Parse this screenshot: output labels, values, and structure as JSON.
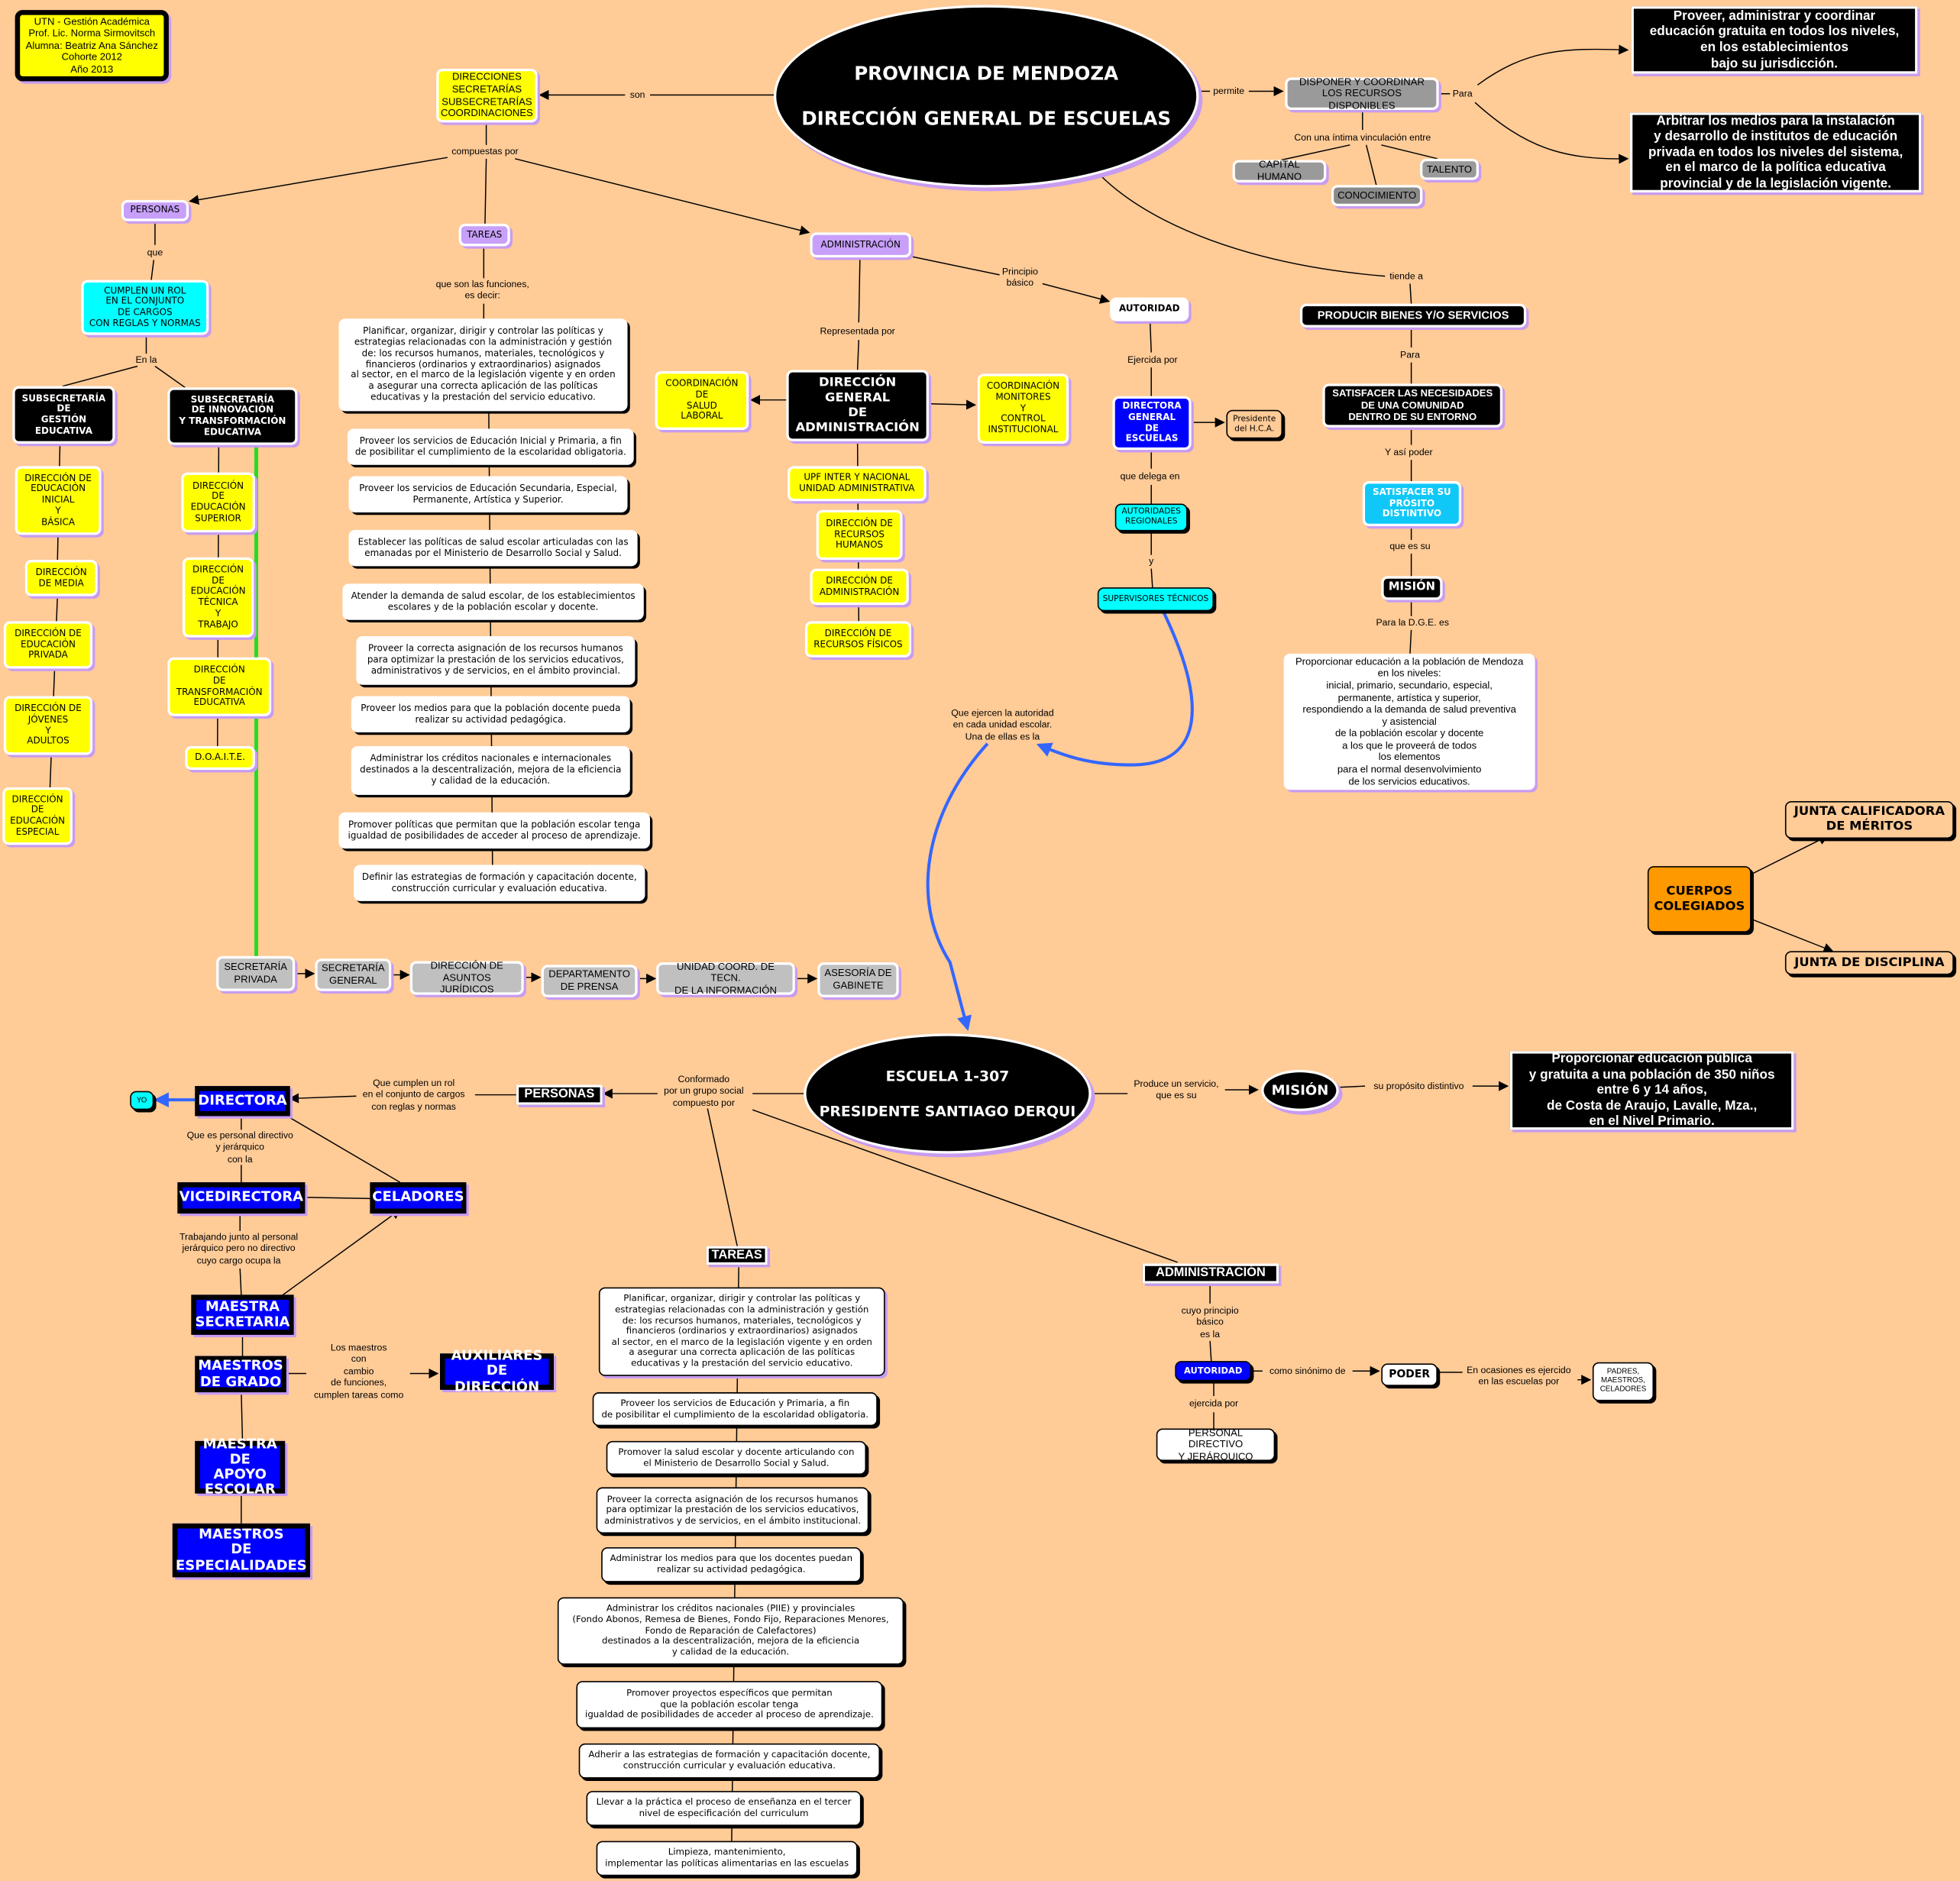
{
  "credits": "UTN - Gestión Académica\nProf. Lic. Norma Sirmovitsch\nAlumna: Beatriz Ana Sánchez\nCohorte 2012\nAño 2013",
  "province": {
    "title": "PROVINCIA DE MENDOZA\n\nDIRECCIÓN  GENERAL DE ESCUELAS",
    "links": {
      "son": "son",
      "compuestas": "compuestas por",
      "que": "que",
      "en_la": "En la",
      "funciones": "que son las funciones,\nes decir:",
      "principio": "Principio\nbásico",
      "representada": "Representada por",
      "ejercida": "Ejercida por",
      "delega": "que delega en",
      "y": "y",
      "ejercen": "Que ejercen la autoridad\nen cada unidad escolar.\nUna de ellas es la",
      "permite": "permite",
      "para": "Para",
      "vinculacion": "Con una íntima vinculación entre",
      "tiende": "tiende a",
      "para2": "Para",
      "asi_poder": "Y así poder",
      "que_es_su": "que es su",
      "para_dge": "Para la D.G.E. es"
    },
    "direcciones": "DIRECCIONES\nSECRETARÍAS\nSUBSECRETARÍAS\nCOORDINACIONES",
    "personas": "PERSONAS",
    "cumplen": "CUMPLEN UN ROL\nEN EL CONJUNTO\nDE CARGOS\nCON REGLAS Y NORMAS",
    "sub_gestion": "SUBSECRETARÍA\nDE\nGESTIÓN\nEDUCATIVA",
    "sub_innovacion": "SUBSECRETARÍA\nDE INNOVACIÓN\nY TRANSFORMACIÓN\nEDUCATIVA",
    "gestion_items": [
      "DIRECCIÓN DE\nEDUCACIÓN\nINICIAL\nY\nBÁSICA",
      "DIRECCIÓN\nDE MEDIA",
      "DIRECCIÓN DE\nEDUCACIÓN\nPRIVADA",
      "DIRECCIÓN DE\nJÓVENES\nY\nADULTOS",
      "DIRECCIÓN\nDE\nEDUCACIÓN\nESPECIAL"
    ],
    "innovacion_items": [
      "DIRECCIÓN\nDE\nEDUCACIÓN\nSUPERIOR",
      "DIRECCIÓN\nDE\nEDUCACIÓN\nTÉCNICA\nY\nTRABAJO",
      "DIRECCIÓN\nDE\nTRANSFORMACIÓN\nEDUCATIVA",
      "D.O.A.I.T.E."
    ],
    "tareas": "TAREAS",
    "tasks": [
      "Planificar, organizar, dirigir y controlar las políticas y\nestrategias relacionadas con la administración y gestión\nde: los recursos humanos, materiales, tecnológicos y\nfinancieros (ordinarios y extraordinarios) asignados\nal sector, en el marco de la legislación vigente y en orden\na asegurar una correcta aplicación de las políticas\neducativas y la prestación del servicio educativo.",
      "Proveer los servicios de Educación Inicial y Primaria, a fin\nde posibilitar el cumplimiento de la escolaridad obligatoria.",
      "Proveer los servicios de Educación Secundaria, Especial,\nPermanente, Artística y Superior.",
      "Establecer las políticas de salud escolar articuladas con las\nemanadas por el Ministerio de Desarrollo Social y Salud.",
      "Atender la demanda de salud escolar, de los establecimientos\nescolares y de la población escolar y docente.",
      "Proveer la correcta asignación de los recursos humanos\npara optimizar la prestación de los servicios educativos,\nadministrativos y de servicios, en el ámbito provincial.",
      "Proveer los medios para que la población docente pueda\nrealizar su actividad pedagógica.",
      "Administrar los créditos nacionales e internacionales\ndestinados a la descentralización, mejora de la eficiencia\ny calidad de la educación.",
      "Promover políticas que permitan que la población escolar tenga\nigualdad de posibilidades de acceder al proceso de aprendizaje.",
      "Definir las estrategias de formación y capacitación docente,\nconstrucción curricular y evaluación educativa."
    ],
    "administracion": "ADMINISTRACIÓN",
    "autoridad": "AUTORIDAD",
    "dga": "DIRECCIÓN\nGENERAL\nDE\nADMINISTRACIÓN",
    "coord_salud": "COORDINACIÓN\nDE\nSALUD\nLABORAL",
    "coord_monitores": "COORDINACIÓN\nMONITORES\nY\nCONTROL\nINSTITUCIONAL",
    "dga_items": [
      "UPF INTER Y NACIONAL\nUNIDAD ADMINISTRATIVA",
      "DIRECCIÓN DE\nRECURSOS\nHUMANOS",
      "DIRECCIÓN DE\nADMINISTRACIÓN",
      "DIRECCIÓN DE\nRECURSOS FÍSICOS"
    ],
    "directora_general": "DIRECTORA\nGENERAL\nDE\nESCUELAS",
    "presidente": "Presidente\ndel H.C.A.",
    "autoridades_regionales": "AUTORIDADES\nREGIONALES",
    "supervisores": "SUPERVISORES TÉCNICOS",
    "disponer": "DISPONER Y COORDINAR\nLOS RECURSOS DISPONIBLES",
    "proveer": "Proveer, administrar y coordinar\neducación gratuita en todos los niveles,\nen los establecimientos\nbajo su jurisdicción.",
    "arbitrar": "Arbitrar los medios para la instalación\ny desarrollo de institutos de educación\nprivada en todos los niveles del sistema,\nen el marco de la política educativa\nprovincial y de la legislación vigente.",
    "capital": "CAPITAL HUMANO",
    "conocimiento": "CONOCIMIENTO",
    "talento": "TALENTO",
    "producir": "PRODUCIR BIENES Y/O SERVICIOS",
    "satisfacer": "SATISFACER LAS NECESIDADES\nDE UNA COMUNIDAD\nDENTRO DE SU ENTORNO",
    "satisfacer_prosito": "SATISFACER SU\nPRÓSITO\nDISTINTIVO",
    "mision": "MISIÓN",
    "mision_text": "Proporcionar educación a la población de Mendoza\nen los niveles:\ninicial, primario, secundario, especial,\npermanente, artística y superior,\nrespondiendo a la demanda de salud preventiva\ny asistencial\nde la población escolar y docente\na los que le proveerá de todos\nlos elementos\npara el normal desenvolvimiento\nde los servicios educativos.",
    "cuerpos": "CUERPOS\nCOLEGIADOS",
    "junta_calificadora": "JUNTA CALIFICADORA\nDE MÉRITOS",
    "junta_disciplina": "JUNTA DE DISCIPLINA",
    "staff_chain": [
      "SECRETARÍA\nPRIVADA",
      "SECRETARÍA\nGENERAL",
      "DIRECCIÓN DE\nASUNTOS JURÍDICOS",
      "DEPARTAMENTO\nDE PRENSA",
      "UNIDAD COORD. DE TECN.\nDE LA INFORMACIÓN",
      "ASESORÍA DE\nGABINETE"
    ]
  },
  "school": {
    "title": "ESCUELA  1-307\n\nPRESIDENTE SANTIAGO DERQUI",
    "links": {
      "produce": "Produce un servicio,\nque es su",
      "proposito": "su propósito distintivo",
      "conformado": "Conformado\npor un grupo social\ncompuesto por",
      "cumplen": "Que cumplen un rol\nen el conjunto de cargos\ncon reglas y normas",
      "personal": "Que es personal directivo\ny jerárquico\ncon la",
      "trabajando": "Trabajando junto al personal\njerárquico pero no directivo\ncuyo cargo ocupa la",
      "maestros": "Los maestros\ncon\ncambio\nde funciones,\ncumplen tareas como",
      "cuyo": "cuyo principio\nbásico\nes la",
      "sinonimo": "como sinónimo de",
      "ocasiones": "En ocasiones es ejercido\nen las escuelas por",
      "ejercida": "ejercida por"
    },
    "mision": "MISIÓN",
    "mision_text": "Proporcionar educación pública\ny gratuita a una población de 350 niños\nentre 6 y 14 años,\nde Costa de Araujo, Lavalle, Mza.,\nen el Nivel Primario.",
    "personas": "PERSONAS",
    "directora": "DIRECTORA",
    "yo": "YO",
    "vicedirectora": "VICEDIRECTORA",
    "celadores": "CELADORES",
    "maestra_secretaria": "MAESTRA\nSECRETARIA",
    "maestros_grado": "MAESTROS\nDE GRADO",
    "auxiliares": "AUXILIARES\nDE DIRECCIÓN",
    "maestra_apoyo": "MAESTRA\nDE APOYO\nESCOLAR",
    "maestros_especialidades": "MAESTROS\nDE\nESPECIALIDADES",
    "tareas": "TAREAS",
    "tasks": [
      "Planificar, organizar, dirigir y controlar las políticas y\nestrategias relacionadas con la administración y gestión\nde: los recursos humanos, materiales, tecnológicos y\nfinancieros (ordinarios y extraordinarios) asignados\nal sector, en el marco de la legislación vigente y en orden\na asegurar una correcta aplicación de las políticas\neducativas y la prestación del servicio educativo.",
      "Proveer los servicios de Educación y Primaria, a fin\nde posibilitar el cumplimiento de la escolaridad obligatoria.",
      "Promover la salud escolar y docente articulando con\nel Ministerio de Desarrollo Social y Salud.",
      "Proveer la correcta asignación de los recursos humanos\npara optimizar la prestación de los servicios educativos,\nadministrativos y de servicios, en el ámbito institucional.",
      "Administrar los medios para que los docentes puedan\nrealizar su actividad pedagógica.",
      "Administrar los créditos nacionales (PIIE) y provinciales\n(Fondo Abonos, Remesa de Bienes, Fondo Fijo, Reparaciones Menores,\nFondo de Reparación de Calefactores)\ndestinados a la descentralización, mejora de la eficiencia\ny calidad de la educación.",
      "Promover proyectos específicos que permitan\nque la población escolar tenga\nigualdad de posibilidades de acceder al proceso de aprendizaje.",
      "Adherir a las estrategias de formación y capacitación docente,\nconstrucción curricular y evaluación educativa.",
      "Llevar a la práctica el proceso de enseñanza en el tercer\nnivel de especificación del curriculum",
      "Limpieza, mantenimiento,\nimplementar las políticas alimentarias en las escuelas"
    ],
    "administracion": "ADMINISTRACIÓN",
    "autoridad": "AUTORIDAD",
    "poder": "PODER",
    "padres": "PADRES,\nMAESTROS,\nCELADORES",
    "personal_directivo": "PERSONAL DIRECTIVO\nY JERÁRQUICO"
  },
  "colors": {
    "background": "#ffcb97",
    "yellow": "#ffff00",
    "purple": "#c8a0fa",
    "cyan": "#00ffff",
    "blue": "#0000ff",
    "orange": "#ff9900",
    "green_line": "#22dd22",
    "blue_curve": "#3366ff"
  }
}
